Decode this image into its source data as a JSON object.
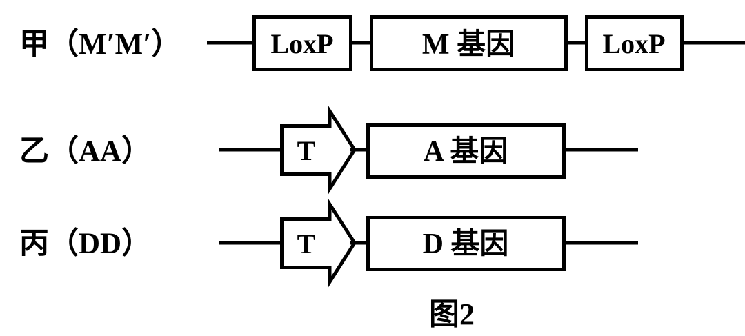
{
  "figure": {
    "caption": "图2",
    "background_color": "#ffffff",
    "line_color": "#000000",
    "rows": [
      {
        "id": "row-jia",
        "label": "甲（M′M′）",
        "elements": [
          {
            "kind": "line"
          },
          {
            "kind": "box",
            "text": "LoxP"
          },
          {
            "kind": "line"
          },
          {
            "kind": "box",
            "text": "M 基因"
          },
          {
            "kind": "line"
          },
          {
            "kind": "box",
            "text": "LoxP"
          },
          {
            "kind": "line"
          }
        ]
      },
      {
        "id": "row-yi",
        "label": "乙（AA）",
        "elements": [
          {
            "kind": "line"
          },
          {
            "kind": "arrow",
            "text": "T"
          },
          {
            "kind": "line"
          },
          {
            "kind": "box",
            "text": "A 基因"
          },
          {
            "kind": "line"
          }
        ]
      },
      {
        "id": "row-bing",
        "label": "丙（DD）",
        "elements": [
          {
            "kind": "line"
          },
          {
            "kind": "arrow",
            "text": "T"
          },
          {
            "kind": "line"
          },
          {
            "kind": "box",
            "text": "D 基因"
          },
          {
            "kind": "line"
          }
        ]
      }
    ]
  }
}
